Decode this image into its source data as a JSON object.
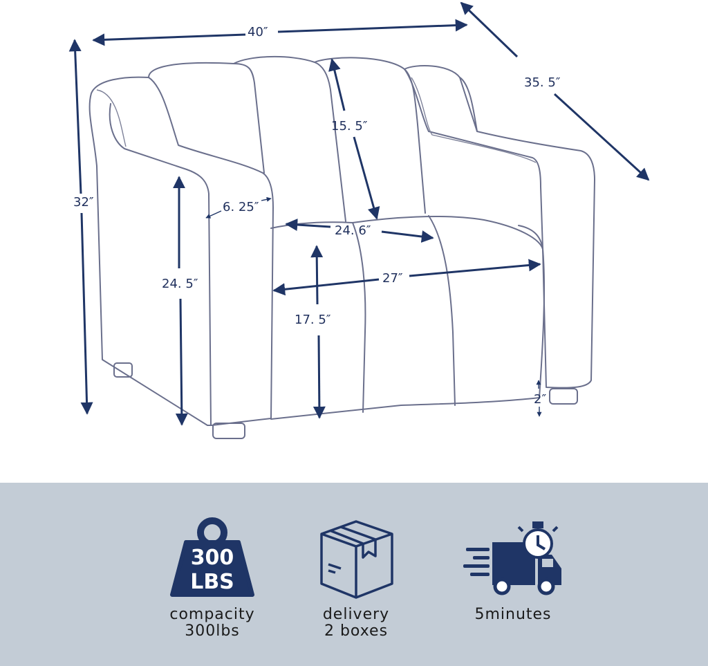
{
  "dimensions": {
    "overall_width": "40″",
    "overall_depth": "35. 5″",
    "overall_height": "32″",
    "back_height": "15. 5″",
    "arm_width": "6. 25″",
    "seat_depth": "24. 6″",
    "seat_width": "27″",
    "arm_height": "24. 5″",
    "seat_height": "17. 5″",
    "leg_height": "2″"
  },
  "features": [
    {
      "icon": "weight-icon",
      "badge_top": "300",
      "badge_bottom": "LBS",
      "line1": "compacity",
      "line2": "300lbs"
    },
    {
      "icon": "box-icon",
      "line1": "delivery",
      "line2": "2  boxes"
    },
    {
      "icon": "delivery-truck-icon",
      "line1": "5minutes",
      "line2": ""
    }
  ],
  "colors": {
    "arrow": "#1f3566",
    "panel_background": "#c3ccd6",
    "icon_fill": "#1f3566",
    "sofa_outline": "#6a6f8c"
  }
}
